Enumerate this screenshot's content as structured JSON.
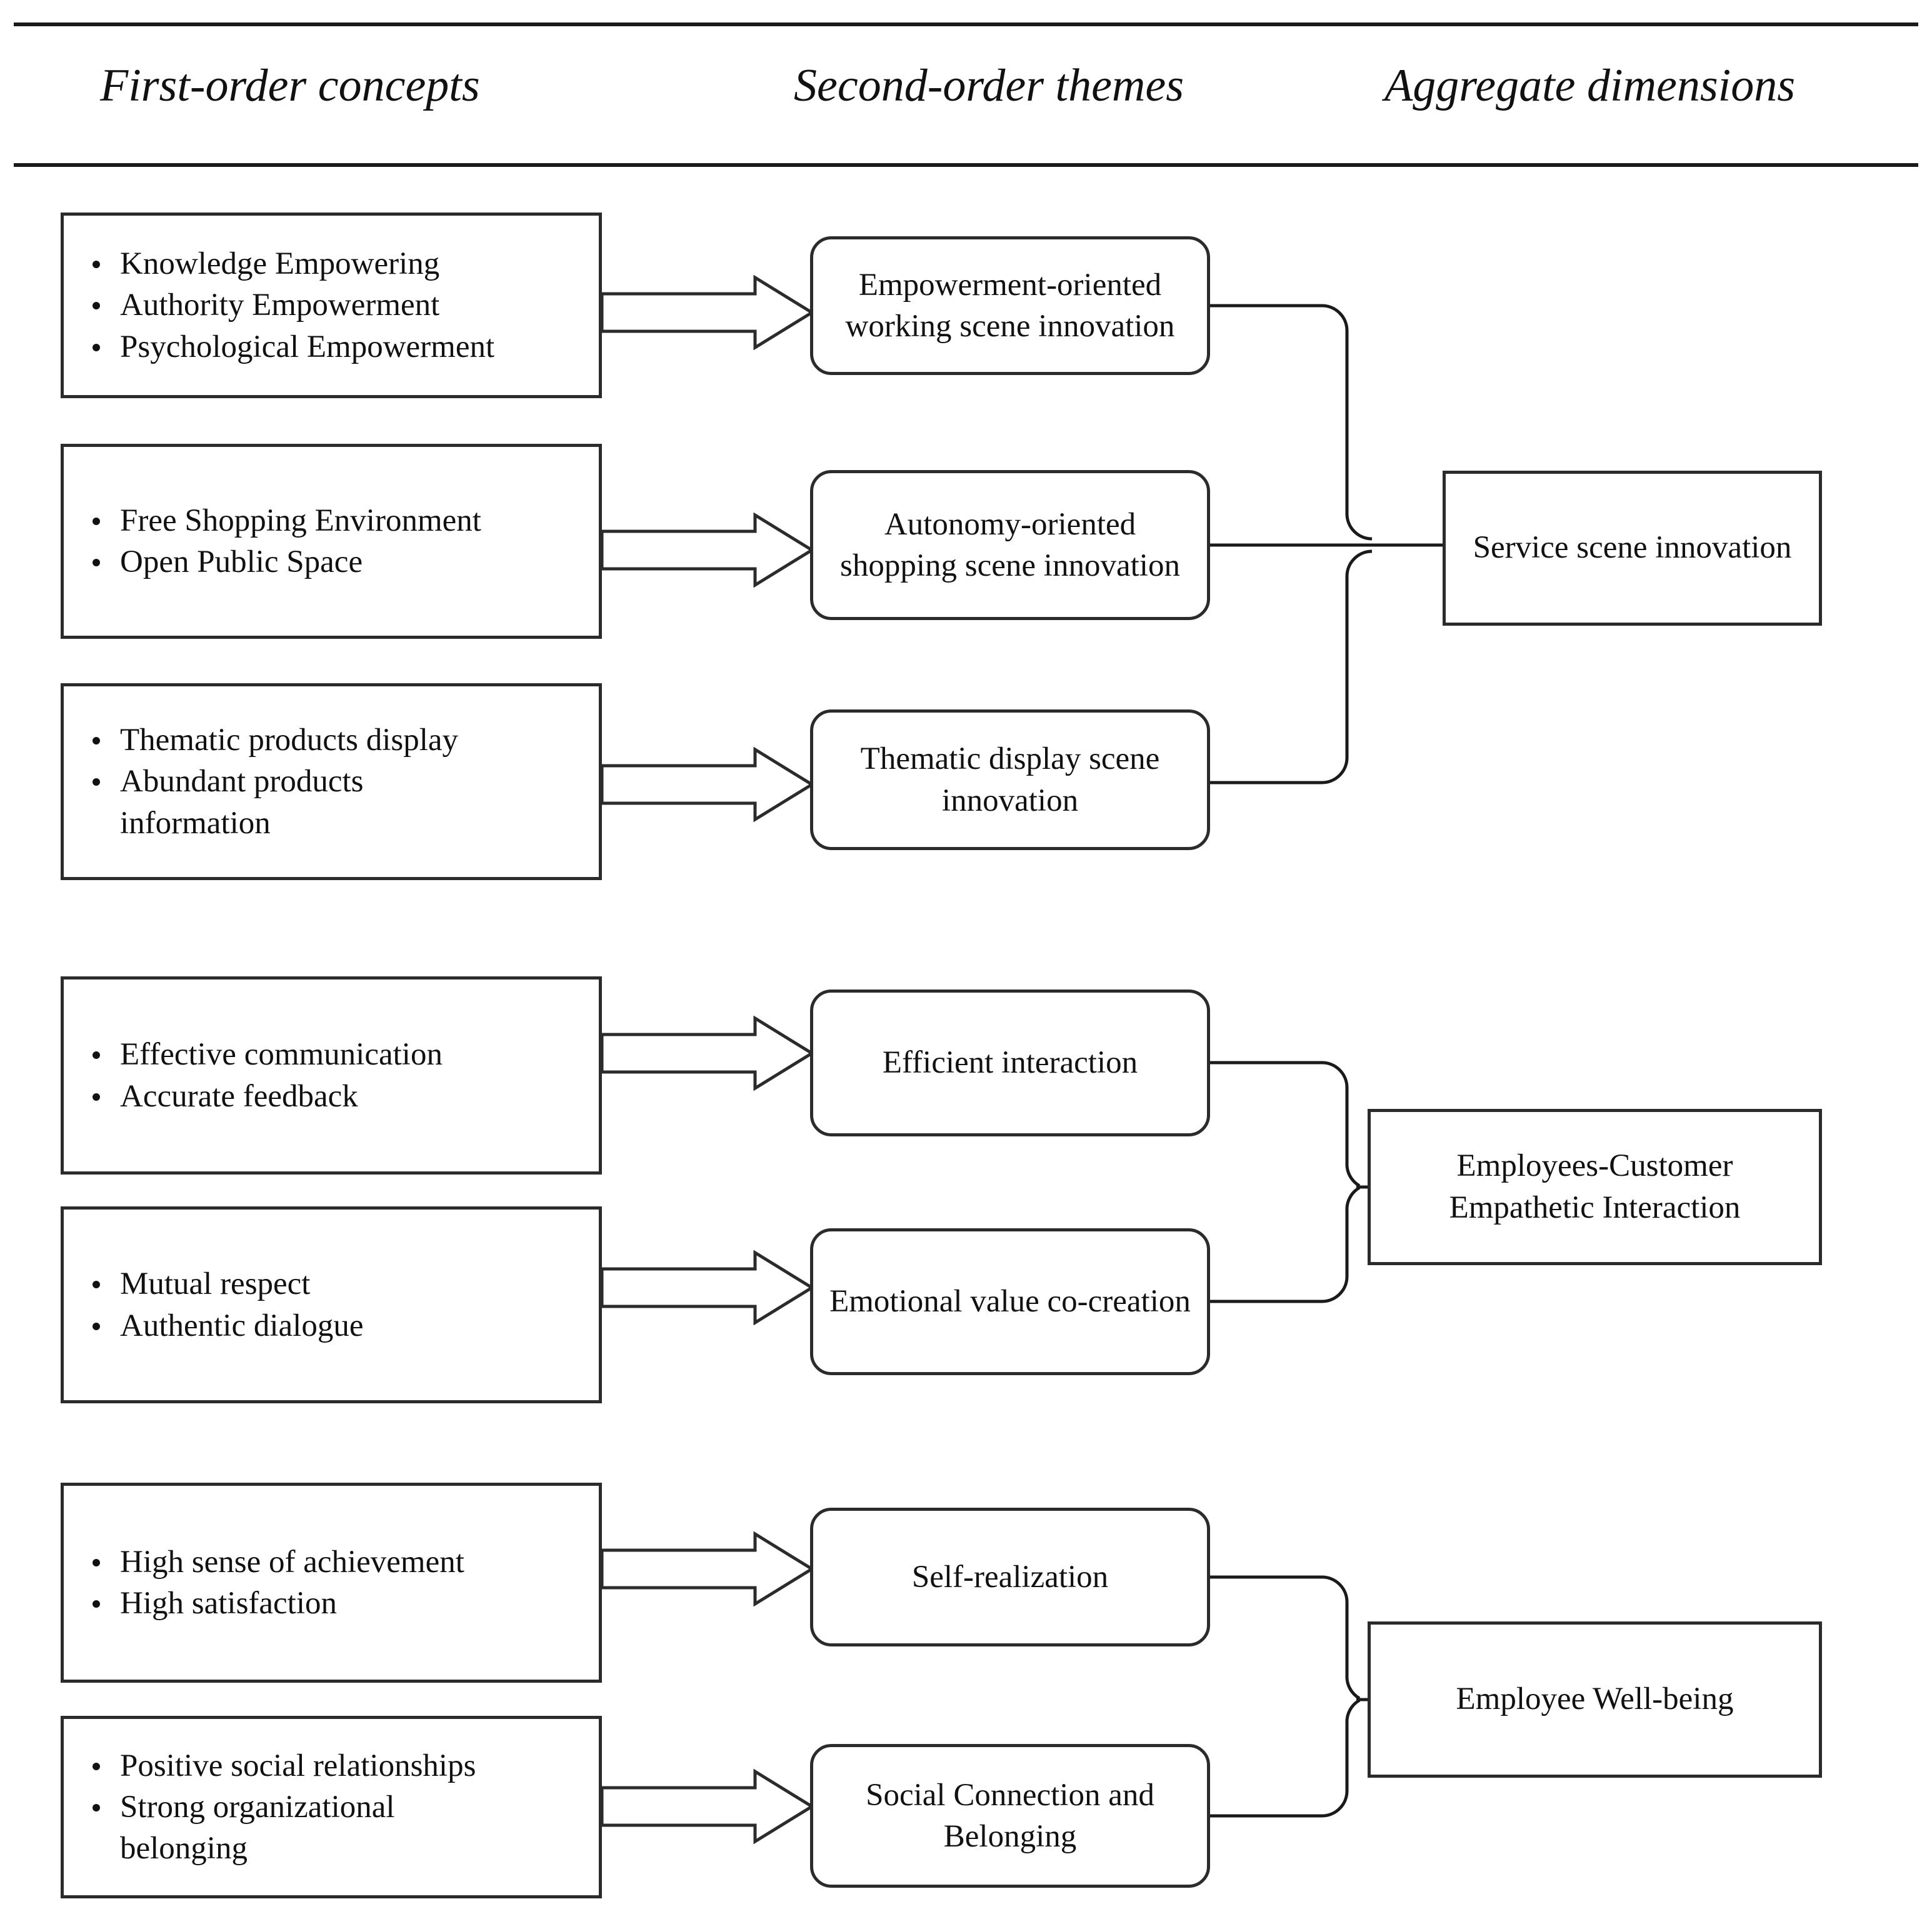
{
  "header": {
    "col1": "First-order concepts",
    "col2": "Second-order themes",
    "col3": "Aggregate dimensions"
  },
  "first_order": [
    {
      "id": "fo-1",
      "items": [
        "Knowledge Empowering",
        "Authority Empowerment",
        "Psychological Empowerment"
      ]
    },
    {
      "id": "fo-2",
      "items": [
        "Free Shopping Environment",
        "Open Public Space"
      ]
    },
    {
      "id": "fo-3",
      "items": [
        "Thematic products display",
        "Abundant products information"
      ]
    },
    {
      "id": "fo-4",
      "items": [
        "Effective communication",
        "Accurate feedback"
      ]
    },
    {
      "id": "fo-5",
      "items": [
        "Mutual respect",
        "Authentic dialogue"
      ]
    },
    {
      "id": "fo-6",
      "items": [
        "High sense of achievement",
        "High satisfaction"
      ]
    },
    {
      "id": "fo-7",
      "items": [
        "Positive social relationships",
        "Strong organizational belonging"
      ]
    }
  ],
  "second_order": [
    {
      "id": "so-1",
      "label": "Empowerment-oriented working scene innovation"
    },
    {
      "id": "so-2",
      "label": "Autonomy-oriented shopping scene innovation"
    },
    {
      "id": "so-3",
      "label": "Thematic display scene innovation"
    },
    {
      "id": "so-4",
      "label": "Efficient interaction"
    },
    {
      "id": "so-5",
      "label": "Emotional value co-creation"
    },
    {
      "id": "so-6",
      "label": "Self-realization"
    },
    {
      "id": "so-7",
      "label": "Social Connection and Belonging"
    }
  ],
  "aggregate": [
    {
      "id": "ag-1",
      "label": "Service scene innovation"
    },
    {
      "id": "ag-2",
      "label": "Employees-Customer Empathetic Interaction"
    },
    {
      "id": "ag-3",
      "label": "Employee Well-being"
    }
  ],
  "colors": {
    "stroke": "#2b2b2b",
    "line": "#1a1a1a",
    "text": "#111111",
    "background": "#ffffff"
  }
}
